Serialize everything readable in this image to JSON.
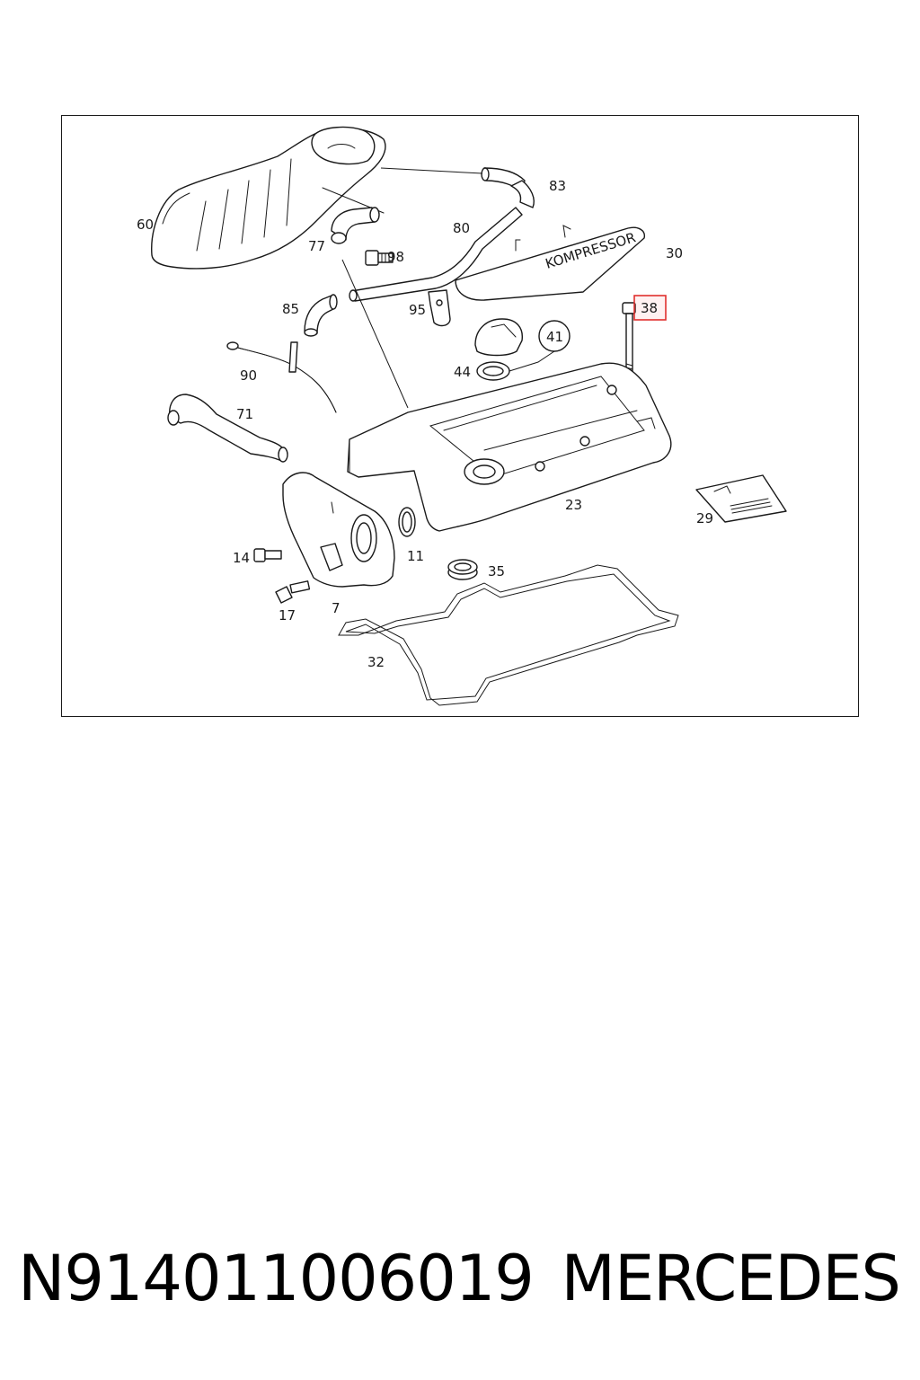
{
  "diagram": {
    "callouts": [
      {
        "id": "83",
        "label": "83"
      },
      {
        "id": "60",
        "label": "60"
      },
      {
        "id": "80",
        "label": "80"
      },
      {
        "id": "77",
        "label": "77"
      },
      {
        "id": "98",
        "label": "98"
      },
      {
        "id": "30",
        "label": "30"
      },
      {
        "id": "85",
        "label": "85"
      },
      {
        "id": "95",
        "label": "95"
      },
      {
        "id": "38",
        "label": "38"
      },
      {
        "id": "41",
        "label": "41"
      },
      {
        "id": "90",
        "label": "90"
      },
      {
        "id": "44",
        "label": "44"
      },
      {
        "id": "71",
        "label": "71"
      },
      {
        "id": "23",
        "label": "23"
      },
      {
        "id": "29",
        "label": "29"
      },
      {
        "id": "14",
        "label": "14"
      },
      {
        "id": "11",
        "label": "11"
      },
      {
        "id": "35",
        "label": "35"
      },
      {
        "id": "17",
        "label": "17"
      },
      {
        "id": "7",
        "label": "7"
      },
      {
        "id": "32",
        "label": "32"
      }
    ],
    "highlighted_callout": "38",
    "cover_lettering": "KOMPRESSOR",
    "highlight_color": "#e0302e"
  },
  "footer": {
    "part_number": "N914011006019",
    "brand": "MERCEDES"
  }
}
